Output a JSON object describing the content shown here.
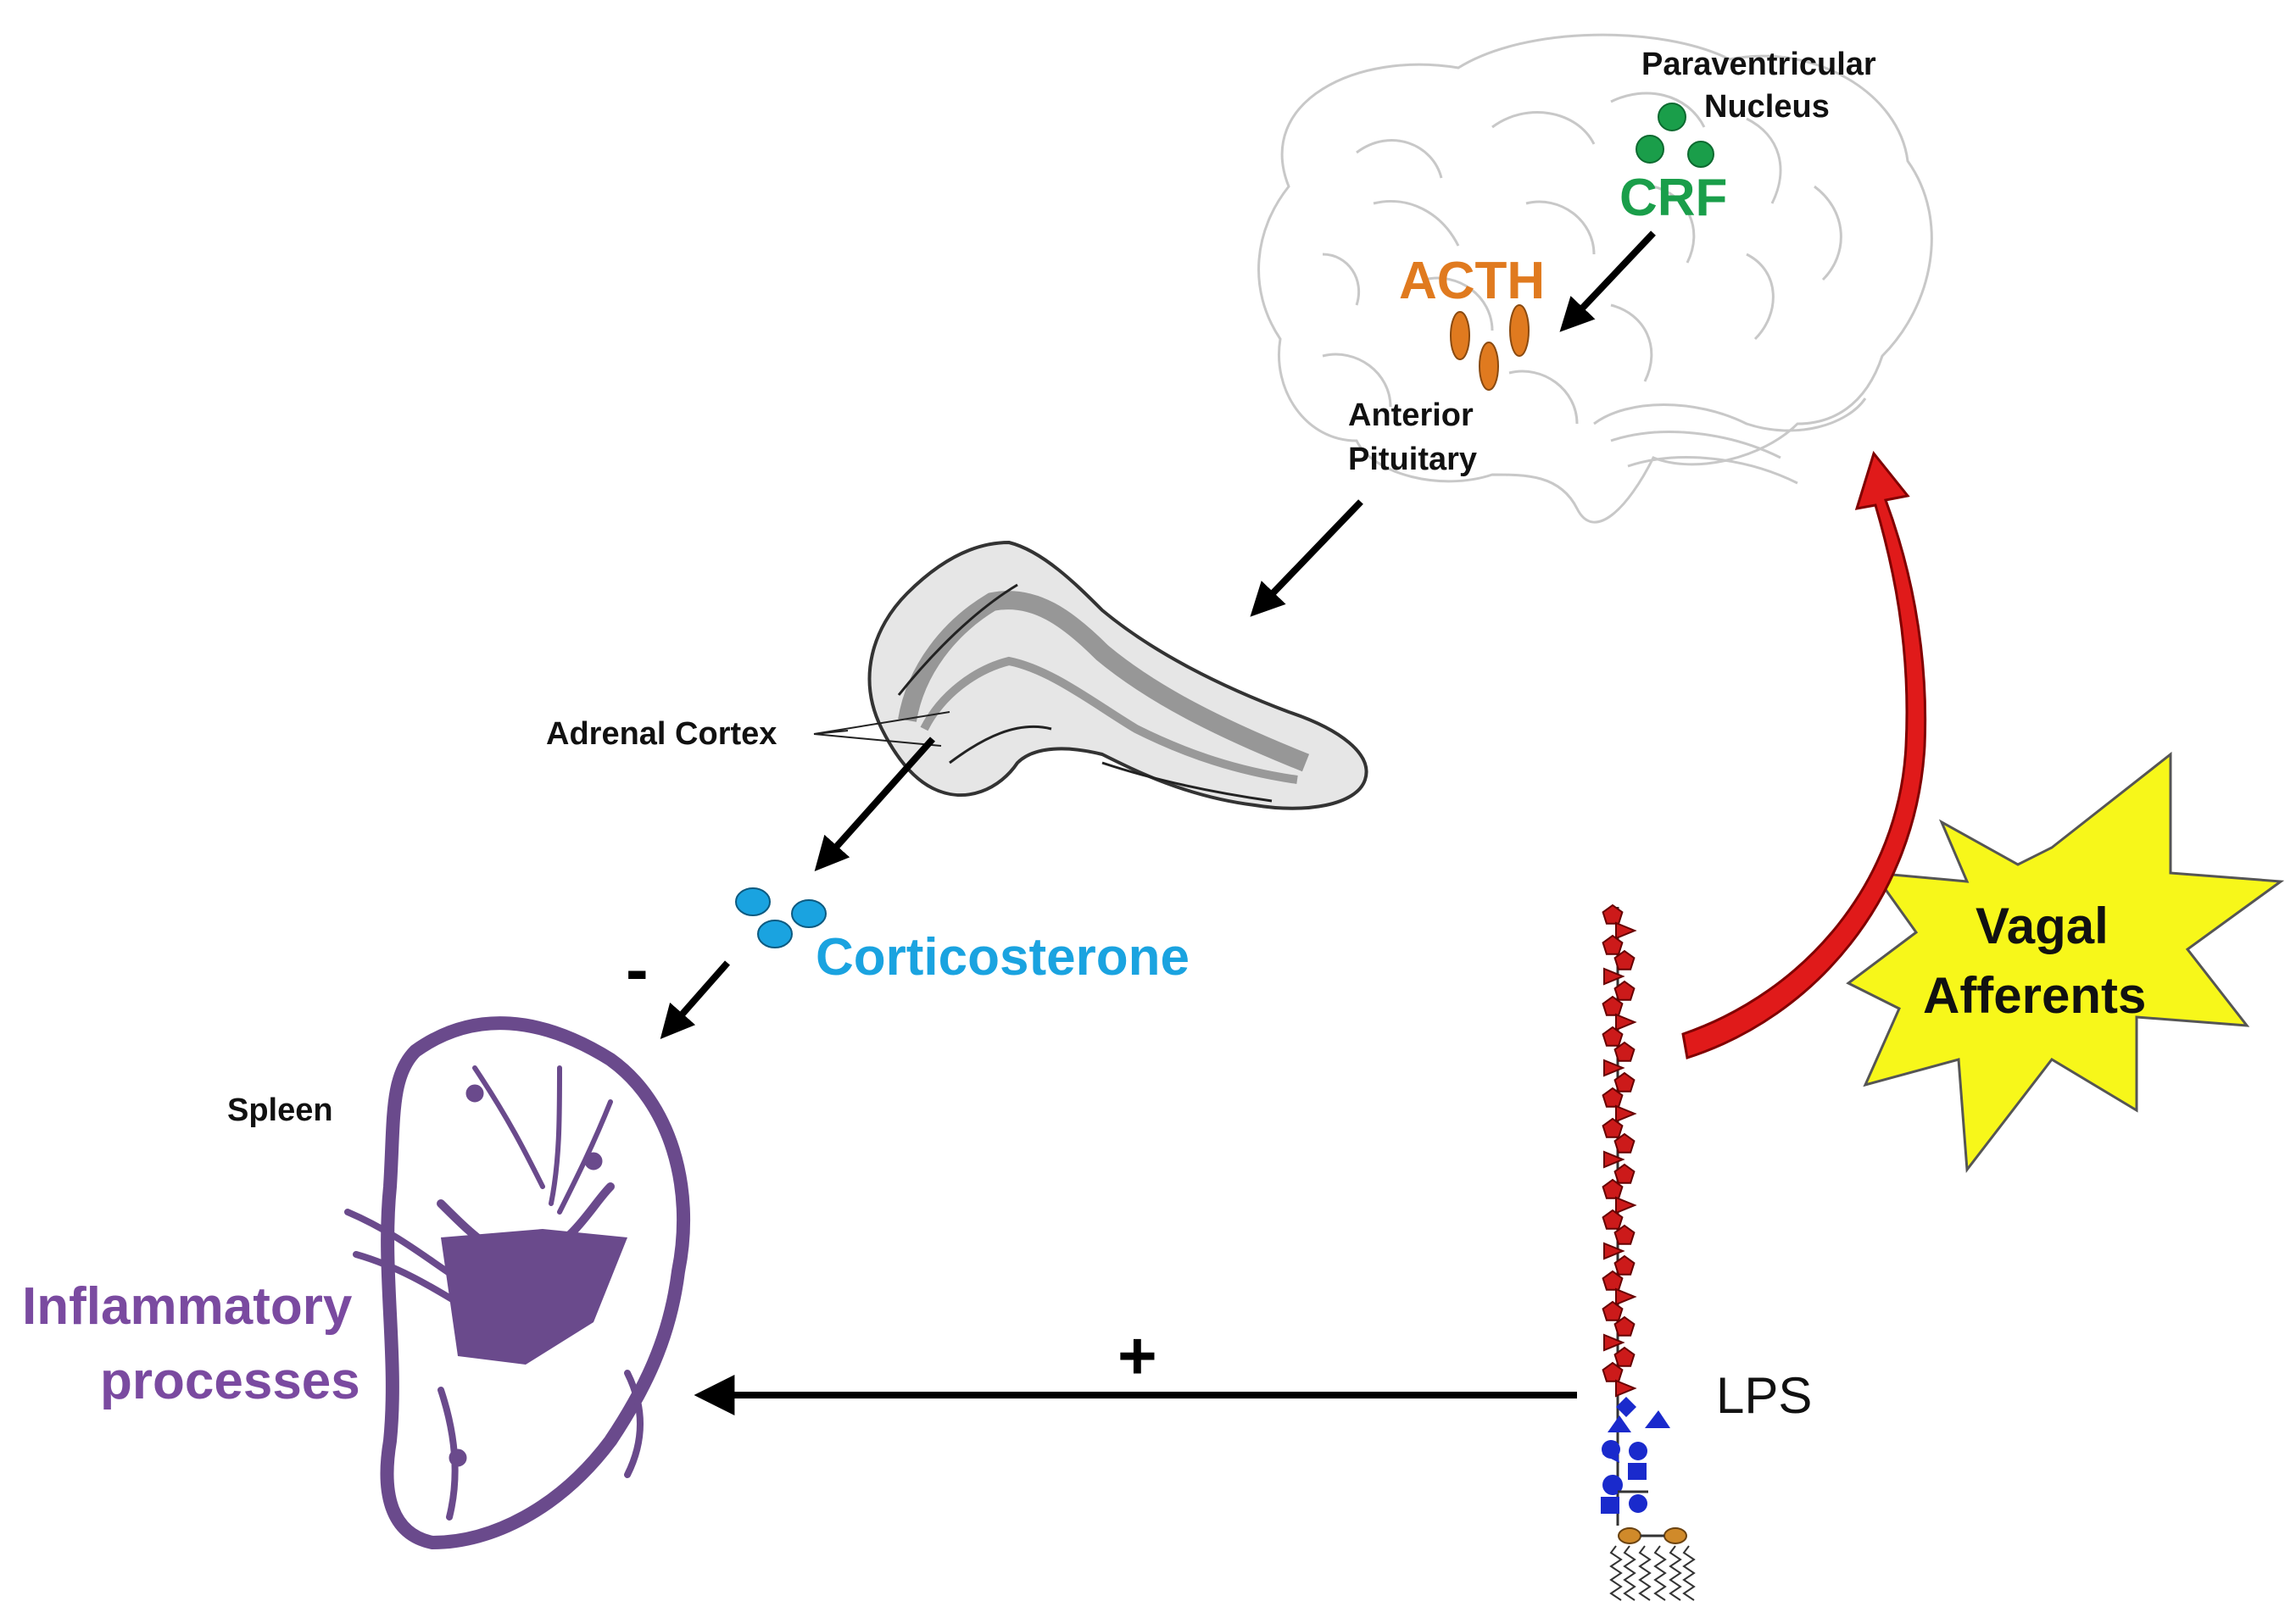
{
  "labels": {
    "paraventricular_nucleus": [
      "Paraventricular",
      "Nucleus"
    ],
    "crf": "CRF",
    "acth": "ACTH",
    "anterior_pituitary": [
      "Anterior",
      "Pituitary"
    ],
    "adrenal_cortex": "Adrenal Cortex",
    "corticosterone": "Corticosterone",
    "minus_sign": "-",
    "plus_sign": "+",
    "spleen": "Spleen",
    "inflammatory_processes": [
      "Inflammatory",
      "processes"
    ],
    "lps": "LPS",
    "vagal_afferents": [
      "Vagal",
      "Afferents"
    ]
  },
  "colors": {
    "crf": "#1a9e4a",
    "acth": "#e07a1f",
    "corticosterone": "#1aa3e0",
    "spleen": "#6a4a8c",
    "inflammatory": "#7a4aa0",
    "vagal_arrow": "#e01a1a",
    "vagal_star": "#f7f71a",
    "lps_sugar": "#cc1a1a",
    "lps_core": "#1a2acc",
    "lps_lipid": "#d08a2a",
    "arrow": "#000000"
  },
  "icons": {
    "brain": "brain-illustration",
    "adrenal": "adrenal-gland-illustration",
    "spleen": "spleen-icon",
    "lps": "lps-molecule-icon",
    "star": "starburst-icon"
  }
}
